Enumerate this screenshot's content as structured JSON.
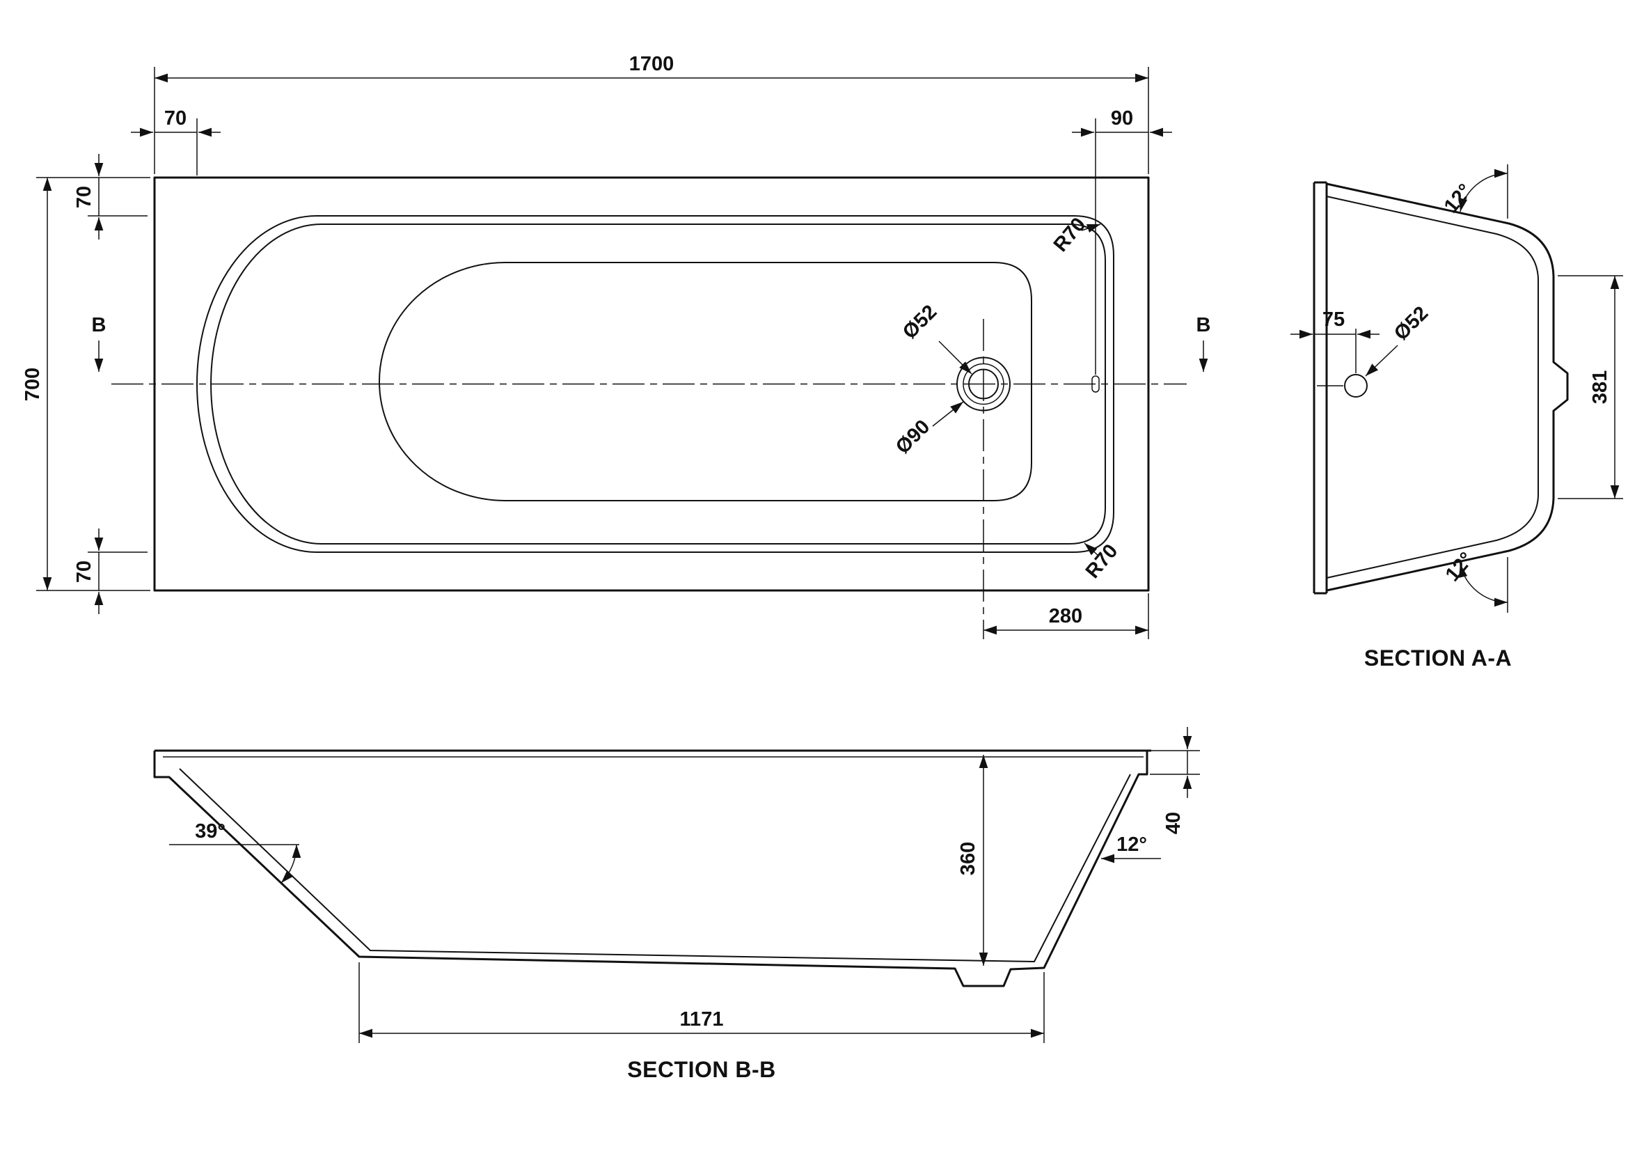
{
  "drawing": {
    "line_color": "#111111",
    "background": "#ffffff"
  },
  "plan": {
    "dim_length": "1700",
    "dim_width": "700",
    "dim_left_end_inset": "70",
    "dim_right_end_inset": "90",
    "dim_rim_top": "70",
    "dim_rim_bottom": "70",
    "radius_top_right": "R70",
    "radius_bottom_right": "R70",
    "drain_diameter": "Ø52",
    "waste_flange_diameter": "Ø90",
    "dim_drain_to_end": "280",
    "section_marker_left": "B",
    "section_marker_right": "B"
  },
  "section_aa": {
    "title": "SECTION A-A",
    "angle_top": "12°",
    "angle_bottom": "12°",
    "dim_drain_offset": "75",
    "drain_diameter": "Ø52",
    "dim_base_width": "381"
  },
  "section_bb": {
    "title": "SECTION B-B",
    "angle_head_slope": "39°",
    "angle_foot_slope": "12°",
    "dim_inner_depth": "360",
    "dim_rim_height": "40",
    "dim_base_length": "1171"
  }
}
